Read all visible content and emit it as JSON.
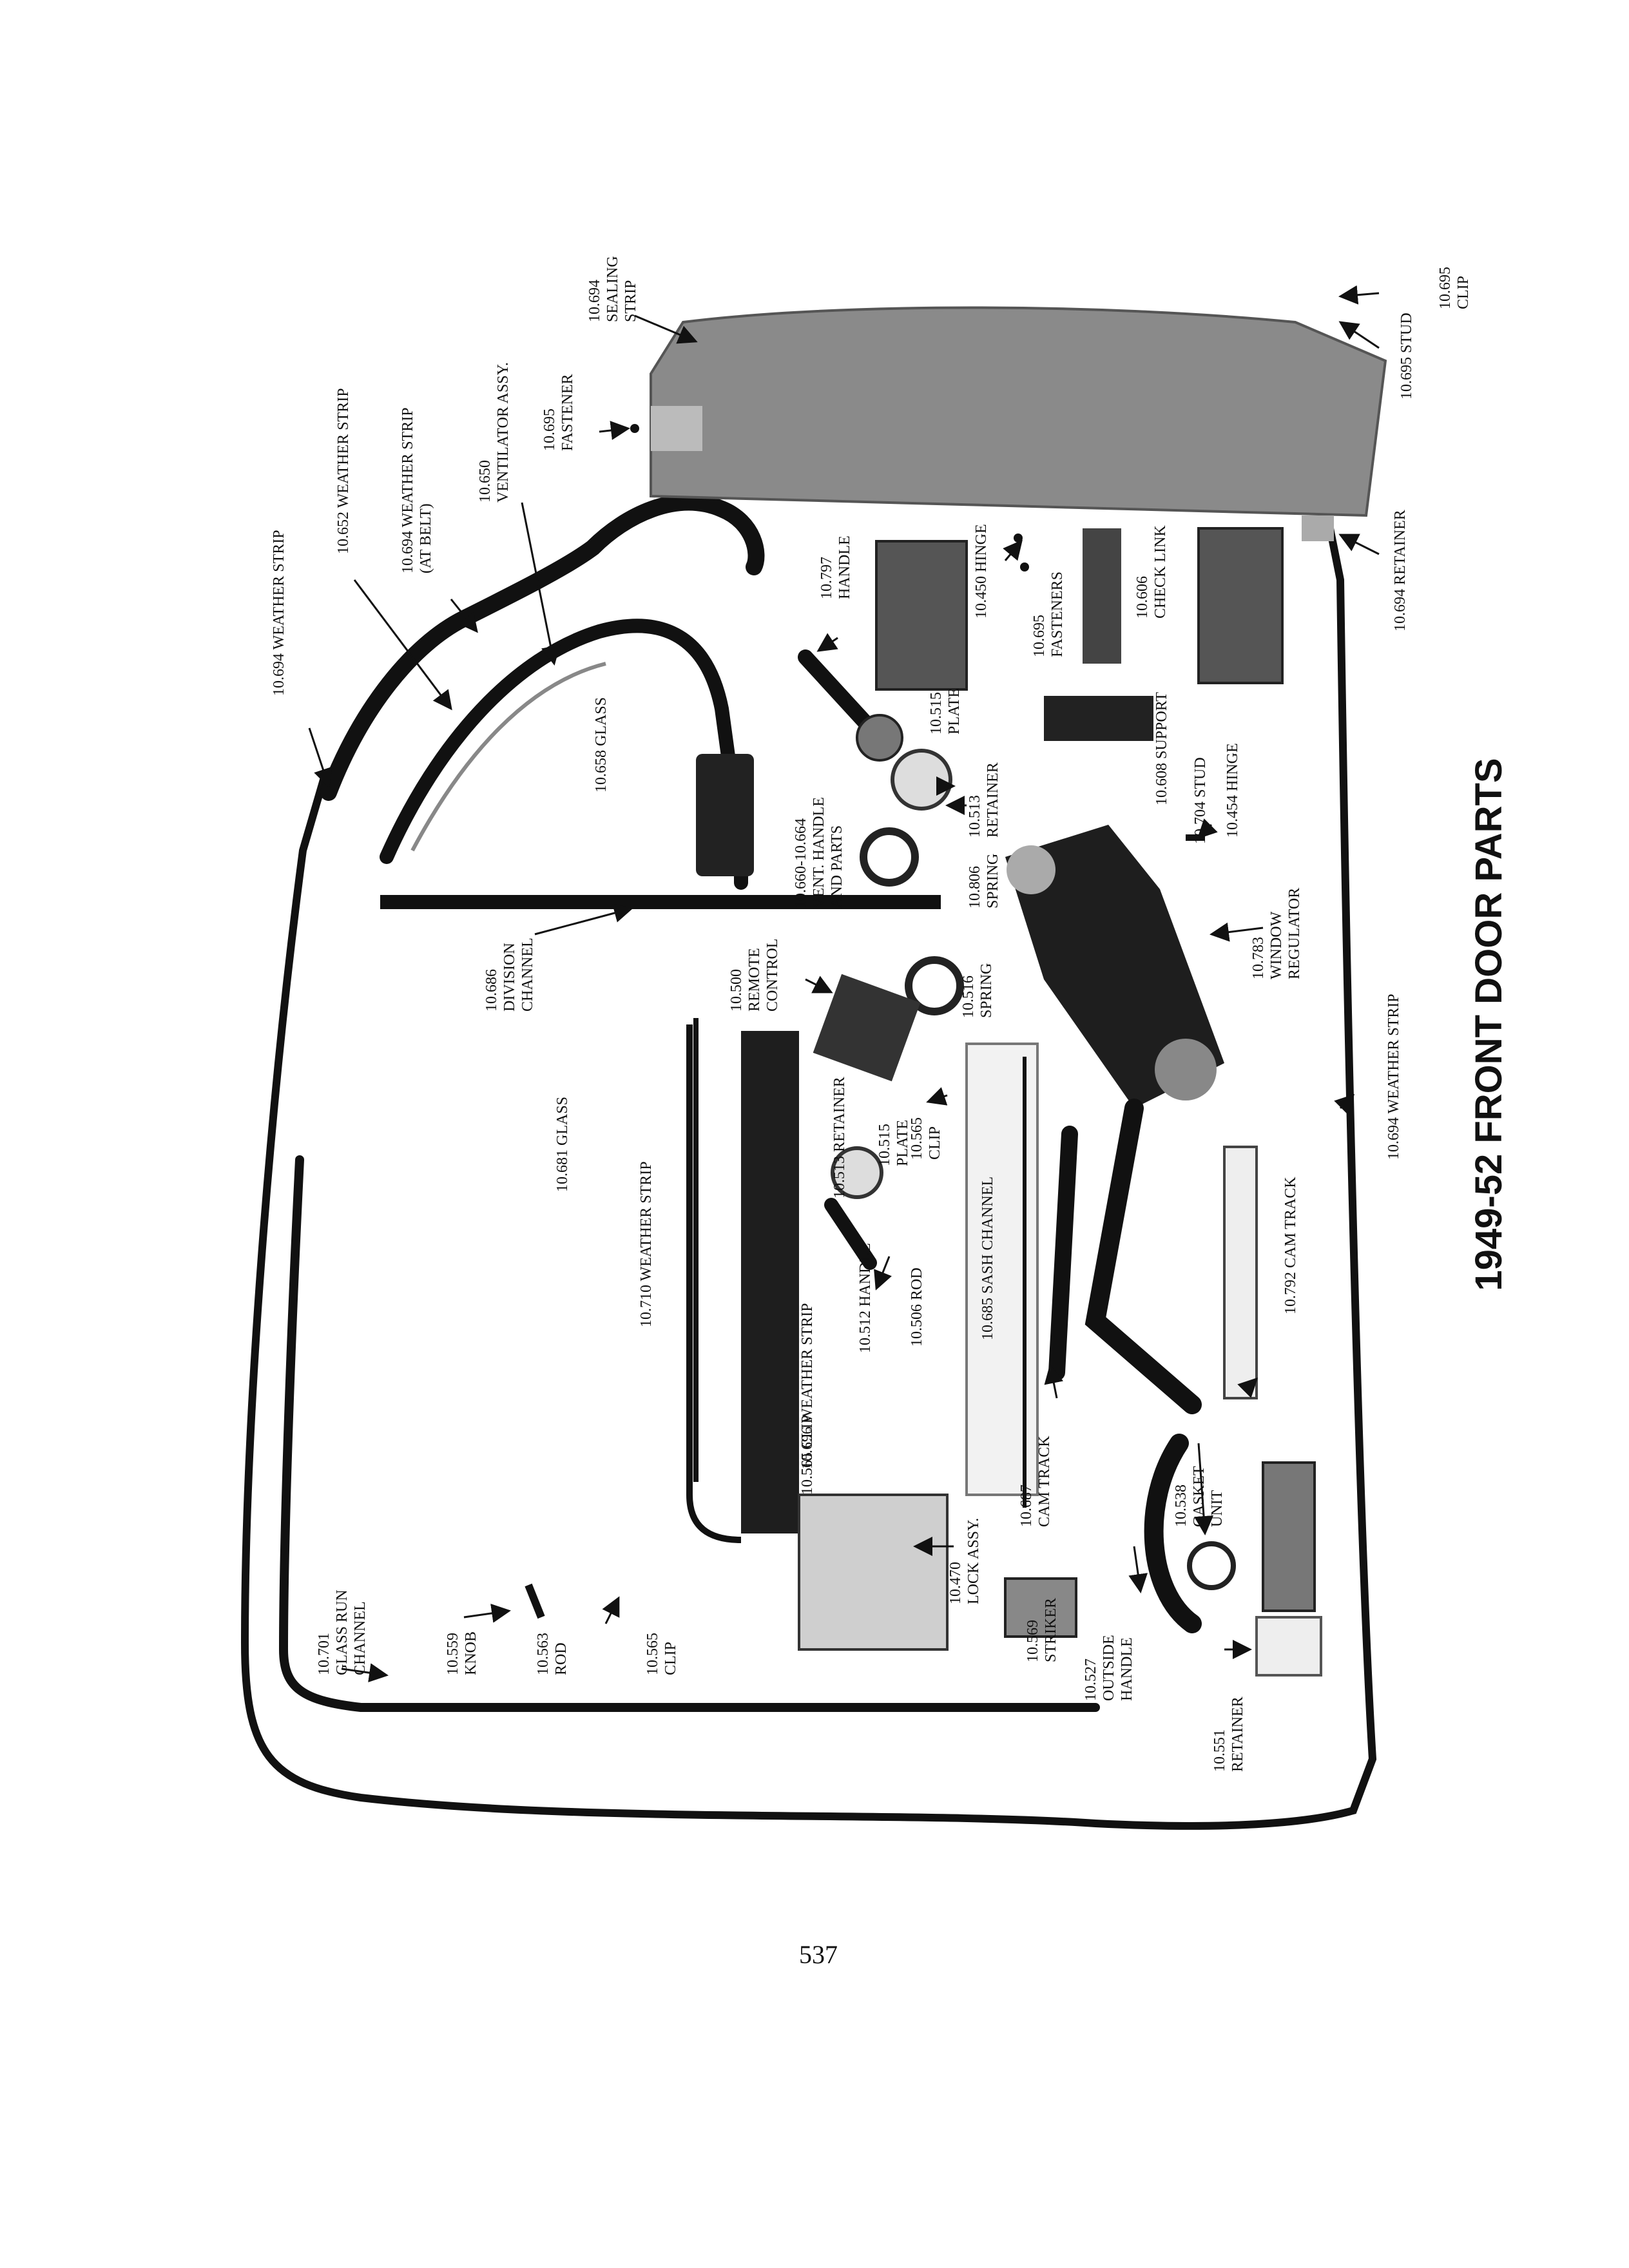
{
  "title": "1949-52 FRONT DOOR PARTS",
  "page_number": "537",
  "colors": {
    "ink": "#111111",
    "paper": "#ffffff",
    "photo_gray": "#8a8a8a",
    "dark_part": "#1e1e1e"
  },
  "callouts": [
    [
      "10.694",
      "SEALING",
      "STRIP"
    ],
    [
      "10.695",
      "CLIP"
    ],
    [
      "10.695 STUD"
    ],
    [
      "10.695",
      "FASTENER"
    ],
    [
      "10.650",
      "VENTILATOR ASSY."
    ],
    [
      "10.694 WEATHER STRIP",
      "(AT BELT)"
    ],
    [
      "10.652 WEATHER STRIP"
    ],
    [
      "10.694 WEATHER STRIP"
    ],
    [
      "10.797",
      "HANDLE"
    ],
    [
      "10.450 HINGE"
    ],
    [
      "10.695",
      "FASTENERS"
    ],
    [
      "10.606",
      "CHECK LINK"
    ],
    [
      "10.694 RETAINER"
    ],
    [
      "10.658 GLASS"
    ],
    [
      "10.515",
      "PLATE"
    ],
    [
      "10.608 SUPPORT"
    ],
    [
      "10.704 STUD"
    ],
    [
      "10.454 HINGE"
    ],
    [
      "10.513",
      "RETAINER"
    ],
    [
      "10.660-10.664",
      "VENT. HANDLE",
      "AND PARTS"
    ],
    [
      "10.806",
      "SPRING"
    ],
    [
      "10.783",
      "WINDOW",
      "REGULATOR"
    ],
    [
      "10.686",
      "DIVISION",
      "CHANNEL"
    ],
    [
      "10.500",
      "REMOTE",
      "CONTROL"
    ],
    [
      "10.516",
      "SPRING"
    ],
    [
      "10.513 RETAINER"
    ],
    [
      "10.515",
      "PLATE"
    ],
    [
      "10.565",
      "CLIP"
    ],
    [
      "10.694 WEATHER STRIP"
    ],
    [
      "10.681 GLASS"
    ],
    [
      "10.710 WEATHER STRIP"
    ],
    [
      "10.696 WEATHER STRIP"
    ],
    [
      "10.565 CLIP"
    ],
    [
      "10.512 HANDLE"
    ],
    [
      "10.506 ROD"
    ],
    [
      "10.685 SASH CHANNEL"
    ],
    [
      "10.792 CAM TRACK"
    ],
    [
      "10.687",
      "CAM TRACK"
    ],
    [
      "10.538",
      "GASKET",
      "UNIT"
    ],
    [
      "10.470",
      "LOCK ASSY."
    ],
    [
      "10.569",
      "STRIKER"
    ],
    [
      "10.527",
      "OUTSIDE",
      "HANDLE"
    ],
    [
      "10.701",
      "GLASS RUN",
      "CHANNEL"
    ],
    [
      "10.559",
      "KNOB"
    ],
    [
      "10.563",
      "ROD"
    ],
    [
      "10.565",
      "CLIP"
    ],
    [
      "10.551",
      "RETAINER"
    ]
  ]
}
